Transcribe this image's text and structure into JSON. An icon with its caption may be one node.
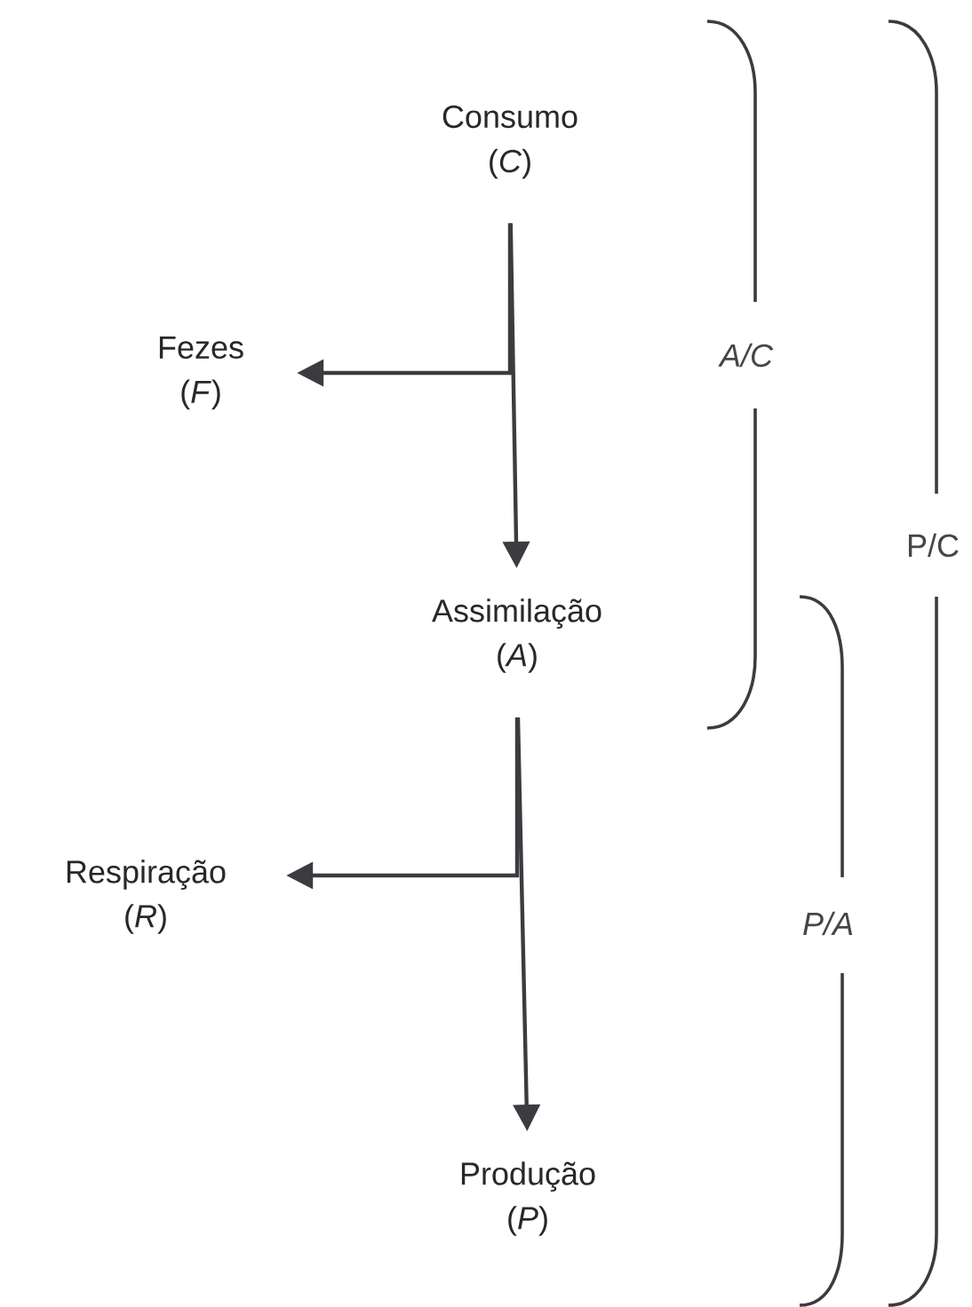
{
  "diagram": {
    "nodes": [
      {
        "text": [
          "Consumo (*C*)"
        ]
      },
      {
        "text": [
          "Fezes (*F*)"
        ]
      },
      {
        "text": [
          "Assimilação (*A*)"
        ]
      },
      {
        "text": [
          "Respiração (*R*)"
        ]
      },
      {
        "text": [
          "Produção (*P*)"
        ]
      }
    ],
    "edges": [
      {
        "from": 0,
        "to": 1,
        "arrow": "to"
      },
      {
        "from": 0,
        "to": 2,
        "arrow": "to"
      },
      {
        "from": 2,
        "to": 3,
        "arrow": "to"
      },
      {
        "from": 2,
        "to": 4,
        "arrow": "to"
      }
    ],
    "labels": [
      "A/C",
      "P/C",
      "P/A"
    ]
  }
}
